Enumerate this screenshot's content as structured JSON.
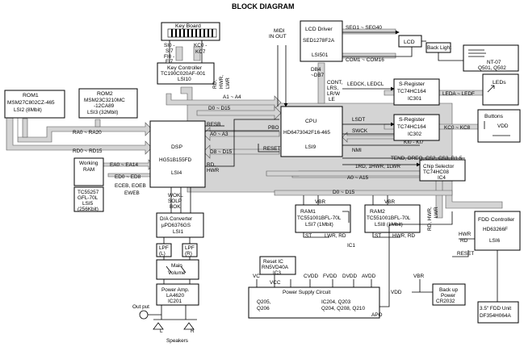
{
  "title": "BLOCK DIAGRAM",
  "blocks": {
    "keyboard": "Key Board",
    "key_controller": [
      "Key Controller",
      "TC190C020AF-001",
      "LSI10"
    ],
    "lcd_driver": [
      "LCD Driver",
      "SED1278F2A",
      "LSI501"
    ],
    "lcd": "LCD",
    "back_light": "Back Light",
    "nt07": [
      "NT-07",
      "Q501, Q502"
    ],
    "rom1": [
      "ROM1",
      "MSM27C802CZ-465",
      "LSI2 (8Mbit)"
    ],
    "rom2": [
      "ROM2",
      "MSM23C3210MC",
      "-12CA89",
      "LSI3 (32Mbit)"
    ],
    "dsp": [
      "DSP",
      "HG51B155FD",
      "LSI4"
    ],
    "working_ram": [
      "Working",
      "RAM"
    ],
    "tc55257": [
      "TC55257",
      "GFL-70L",
      "LSI5",
      "(256Kbit)"
    ],
    "cpu": [
      "CPU",
      "HD6473042F16-465",
      "LSI9"
    ],
    "sreg1": [
      "S-Register",
      "TC74HC164",
      "IC301"
    ],
    "sreg2": [
      "S-Register",
      "TC74HC164",
      "IC302"
    ],
    "leds": "LEDs",
    "buttons": "Buttons",
    "chip_selector": [
      "Chip Selector",
      "TC74HC08",
      "IC4"
    ],
    "ram1": [
      "RAM1",
      "TC551001BFL-70L",
      "LSI7 (1Mbit)"
    ],
    "ram2": [
      "RAM2",
      "TC551001BFL-70L",
      "LSI8 (1Mbit)"
    ],
    "fdd_controller": [
      "FDD Controller",
      "HD63266F",
      "LSI6"
    ],
    "fdd_unit": [
      "3.5\" FDD Unit",
      "DF354H064A"
    ],
    "da_converter": [
      "D/A Converter",
      "µPD6376GS",
      "LSI1"
    ],
    "lpf_l": [
      "LPF",
      "(L)"
    ],
    "lpf_r": [
      "LPF",
      "(R)"
    ],
    "main_volume": [
      "Main",
      "Volume"
    ],
    "power_amp": [
      "Power Amp.",
      "LA4620",
      "IC201"
    ],
    "reset_ic": [
      "Reset IC",
      "RN5VD40A",
      "IC3"
    ],
    "power_supply": [
      "Power Supply Circuit",
      "Q205,",
      "Q206",
      "IC204, Q203",
      "Q204, Q208, Q210"
    ],
    "backup_power": [
      "Back up",
      "Power",
      "CR2032"
    ]
  },
  "signals": {
    "key_si": [
      "SI0 -",
      "SI7",
      "FI0 -",
      "FI7"
    ],
    "key_kc": [
      "KC0 -",
      "KC7"
    ],
    "midi": [
      "MIDI",
      "IN OUT"
    ],
    "seg": "SEG1 ~ SEG40",
    "com": "COM1 ~ COM16",
    "db": [
      "DB4",
      "~DB7"
    ],
    "cont": [
      "CONT,",
      "LRS,",
      "LR/W",
      "LE"
    ],
    "ledck": "LEDCK, LEDCL",
    "leda": "LEDA ~ LEDF",
    "lsdt": "LSDT",
    "kc0_kc8": "KC0 ~ KC8",
    "swck": "SWCK",
    "ki": "KI0 - KI7",
    "vdd": "VDD",
    "rd_hwr": [
      "RD,",
      "HWR,",
      "LWR"
    ],
    "a1_a4": "A1 ~ A4",
    "d0_d15": "D0 ~ D15",
    "ra": "RA0 ~ RA20",
    "rd_bus": "RD0 ~ RD15",
    "resb": "RESB",
    "a0_a3": "A0 ~ A3",
    "pbo": "PBO",
    "d8_d15": "D8 ~ D15",
    "reset": "RESET",
    "nmi": "NMI",
    "rd_hwr2": [
      "RD,",
      "HWR"
    ],
    "ea": "EA0 ~ EA14",
    "ed": "ED0 ~ ED8",
    "eceb": "ECEB, EOEB",
    "eweb": "EWEB",
    "wokl": [
      "WOKL",
      "SOLP",
      "BOK"
    ],
    "tend": "TEND, DREQ, CS2, CS3, B1-5",
    "rd_lwr": "1RD, 1HWR, 1LWR",
    "a0_a15": "A0 ~ A15",
    "d0_d15b": "D0 ~ D15",
    "vbr": "VBR",
    "st": "ST",
    "lwr_rd": "LWR, RD",
    "hwr_rd": "HWR, RD",
    "rd_hwr_lwr": [
      "RD, HWR,",
      "LWR"
    ],
    "hwr": "HWR",
    "rd": "RD",
    "ic1": "IC1",
    "vc": "VC",
    "vcc": "VCC",
    "cvdd": "CVDD",
    "fvdd": "FVDD",
    "dvdd": "DVDD",
    "avdd": "AVDD",
    "apo": "APO",
    "output": "Out put",
    "speakers": "Speakers",
    "l": "L",
    "r": "R"
  }
}
